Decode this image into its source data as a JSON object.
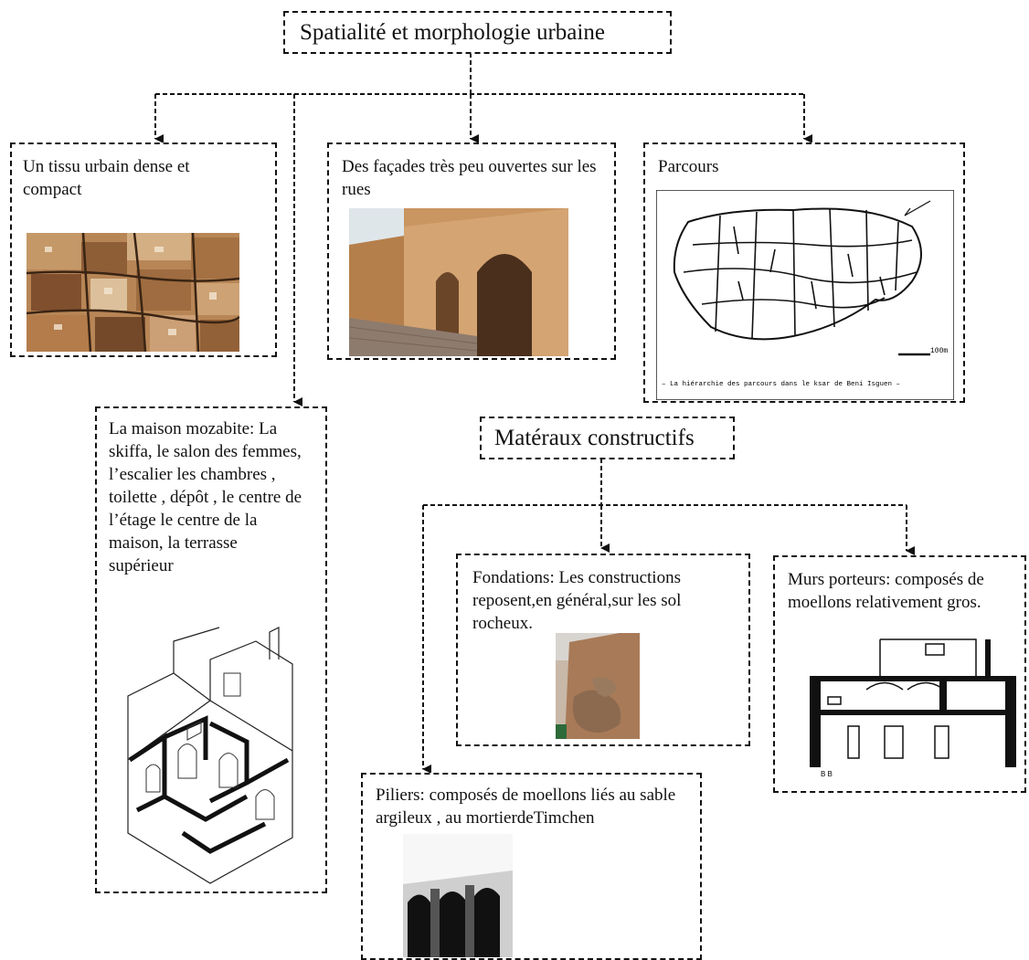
{
  "root": {
    "title": "Spatialité et morphologie urbaine"
  },
  "boxes": {
    "tissu": "Un tissu urbain dense et compact",
    "facades": "Des façades très peu ouvertes sur les rues",
    "parcours": "Parcours",
    "maison": "La maison mozabite: La skiffa, le salon des femmes, l’escalier les chambres , toilette , dépôt , le centre de l’étage le centre de la maison, la terrasse supérieur"
  },
  "materials": {
    "title": "Matéraux constructifs",
    "fondations": "Fondations: Les constructions reposent,en général,sur les sol rocheux.",
    "murs": "Murs porteurs: composés de moellons relativement gros.",
    "piliers": "Piliers: composés de moellons liés au sable argileux , au mortierdeTimchen"
  },
  "map": {
    "scale_label": "100m",
    "caption": "– La hiérarchie des parcours dans le ksar de Beni Isguen –"
  },
  "drawing": {
    "section_label": "B B"
  }
}
